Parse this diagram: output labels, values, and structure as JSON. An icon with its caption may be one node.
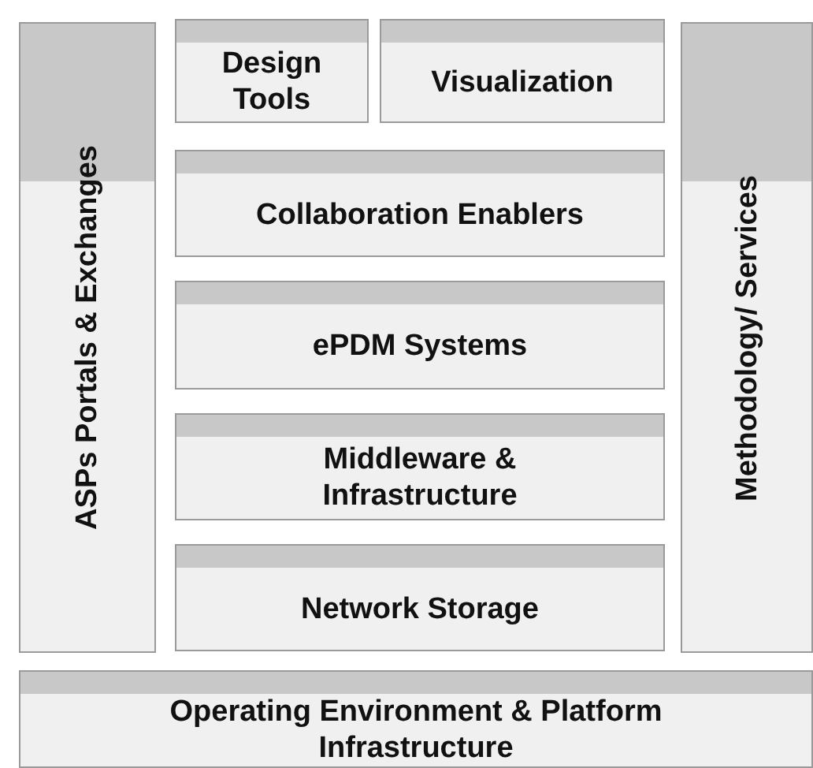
{
  "diagram": {
    "nodes": [
      {
        "text": [
          "ASPs Portals & Exchanges"
        ]
      },
      {
        "text": [
          "Design Tools"
        ]
      },
      {
        "text": [
          "Visualization"
        ]
      },
      {
        "text": [
          "Collaboration Enablers"
        ]
      },
      {
        "text": [
          "ePDM Systems"
        ]
      },
      {
        "text": [
          "Middleware & Infrastructure"
        ]
      },
      {
        "text": [
          "Network Storage"
        ]
      },
      {
        "text": [
          "Methodology/ Services"
        ]
      },
      {
        "text": [
          "Operating Environment & Platform Infrastructure"
        ]
      }
    ]
  }
}
